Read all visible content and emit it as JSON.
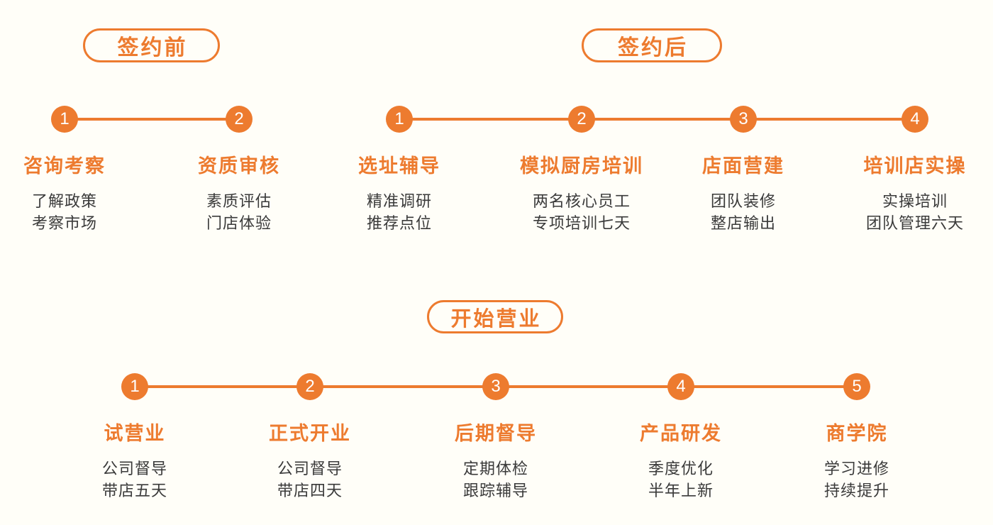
{
  "page": {
    "background_color": "#FFFEF8",
    "accent_color": "#ED7B2F",
    "text_color": "#3A3A3A",
    "description": "Franchise process timeline infographic"
  },
  "sections": {
    "before": {
      "header": "签约前",
      "steps": [
        {
          "num": "1",
          "title": "咨询考察",
          "lines": [
            "了解政策",
            "考察市场"
          ]
        },
        {
          "num": "2",
          "title": "资质审核",
          "lines": [
            "素质评估",
            "门店体验"
          ]
        }
      ]
    },
    "after": {
      "header": "签约后",
      "steps": [
        {
          "num": "1",
          "title": "选址辅导",
          "lines": [
            "精准调研",
            "推荐点位"
          ]
        },
        {
          "num": "2",
          "title": "模拟厨房培训",
          "lines": [
            "两名核心员工",
            "专项培训七天"
          ]
        },
        {
          "num": "3",
          "title": "店面营建",
          "lines": [
            "团队装修",
            "整店输出"
          ]
        },
        {
          "num": "4",
          "title": "培训店实操",
          "lines": [
            "实操培训",
            "团队管理六天"
          ]
        }
      ]
    },
    "opening": {
      "header": "开始营业",
      "steps": [
        {
          "num": "1",
          "title": "试营业",
          "lines": [
            "公司督导",
            "带店五天"
          ]
        },
        {
          "num": "2",
          "title": "正式开业",
          "lines": [
            "公司督导",
            "带店四天"
          ]
        },
        {
          "num": "3",
          "title": "后期督导",
          "lines": [
            "定期体检",
            "跟踪辅导"
          ]
        },
        {
          "num": "4",
          "title": "产品研发",
          "lines": [
            "季度优化",
            "半年上新"
          ]
        },
        {
          "num": "5",
          "title": "商学院",
          "lines": [
            "学习进修",
            "持续提升"
          ]
        }
      ]
    }
  }
}
